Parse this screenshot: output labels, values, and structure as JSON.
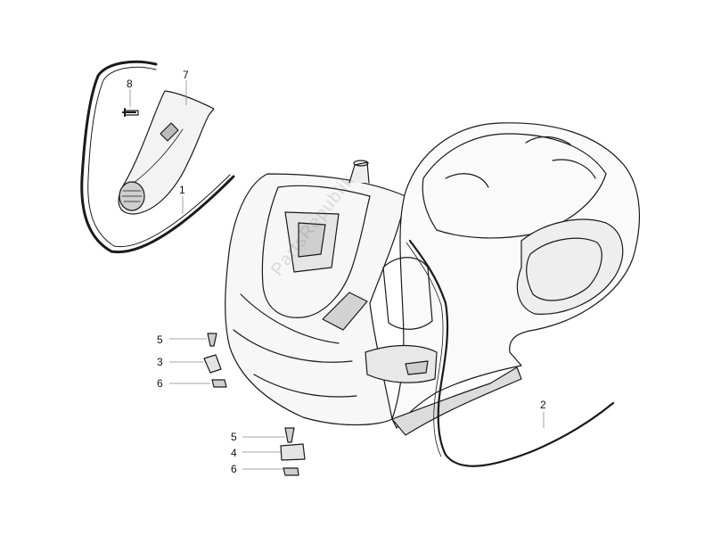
{
  "callouts": {
    "c1": "1",
    "c2": "2",
    "c3": "3",
    "c4": "4",
    "c5a": "5",
    "c5b": "5",
    "c6a": "6",
    "c6b": "6",
    "c7": "7",
    "c8": "8"
  },
  "watermark": "PartsRepublik",
  "colors": {
    "line": "#1a1a1a",
    "shade": "#d9d9d9",
    "leader": "#888888"
  }
}
